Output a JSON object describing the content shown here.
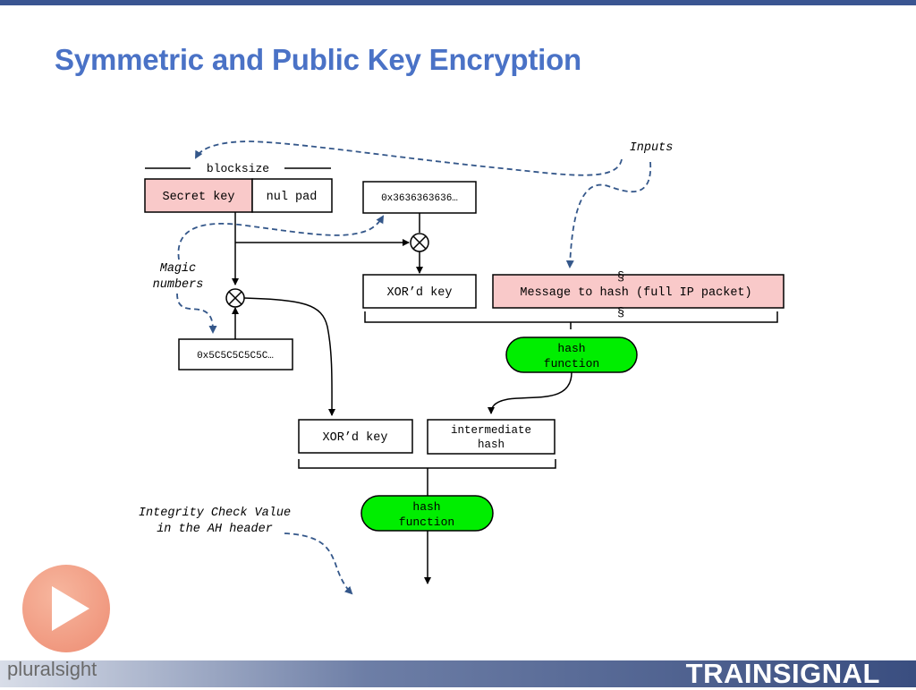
{
  "slide": {
    "title": "Symmetric and Public Key Encryption",
    "brand": "TRAINSIGNAL",
    "watermark": "pluralsight"
  },
  "diagram": {
    "labels": {
      "blocksize": "blocksize",
      "inputs": "Inputs",
      "magic_line1": "Magic",
      "magic_line2": "numbers",
      "icv_line1": "Integrity Check Value",
      "icv_line2": "in the AH header",
      "section_sign": "§"
    },
    "boxes": {
      "secret_key": "Secret key",
      "nul_pad": "nul pad",
      "ipad": "0x3636363636…",
      "opad": "0x5C5C5C5C5C…",
      "xord_key_1": "XOR’d key",
      "message": "Message to hash (full IP packet)",
      "xord_key_2": "XOR’d key",
      "intermediate_line1": "intermediate",
      "intermediate_line2": "hash"
    },
    "hash_functions": {
      "line1": "hash",
      "line2": "function"
    }
  },
  "colors": {
    "title": "#4a72c6",
    "pink_box": "#f9c9c9",
    "green_pill": "#00ee00",
    "arrow_dashed": "#34578a"
  },
  "icons": [
    "play-icon",
    "xor-icon"
  ]
}
